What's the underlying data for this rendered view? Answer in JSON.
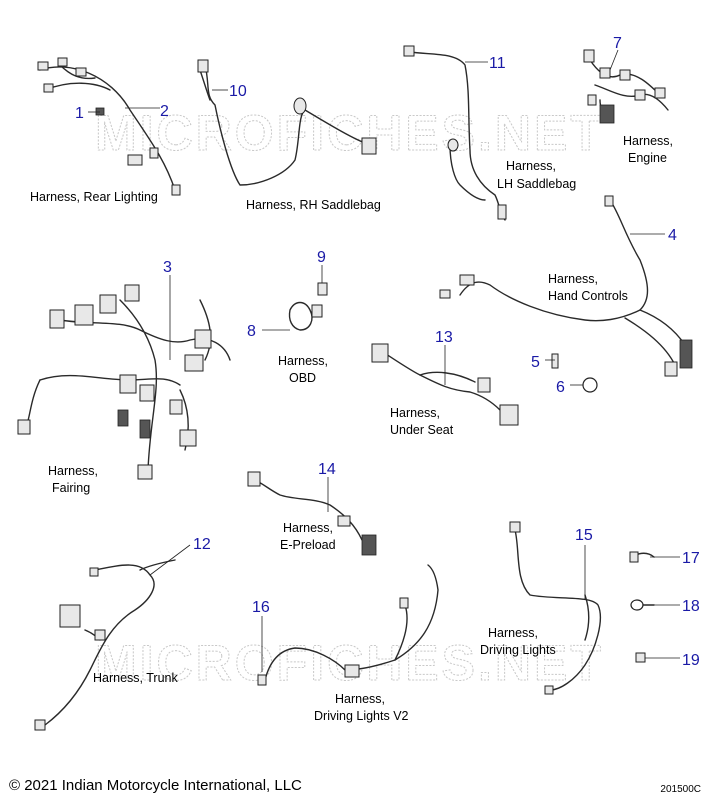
{
  "watermark": "MICROFICHES.NET",
  "copyright": "© 2021 Indian Motorcycle International, LLC",
  "diagram_code": "201500C",
  "callouts": {
    "c1": "1",
    "c2": "2",
    "c3": "3",
    "c4": "4",
    "c5": "5",
    "c6": "6",
    "c7": "7",
    "c8": "8",
    "c9": "9",
    "c10": "10",
    "c11": "11",
    "c12": "12",
    "c13": "13",
    "c14": "14",
    "c15": "15",
    "c16": "16",
    "c17": "17",
    "c18": "18",
    "c19": "19"
  },
  "captions": {
    "rear_lighting": "Harness, Rear Lighting",
    "rh_saddlebag": "Harness, RH Saddlebag",
    "lh_saddlebag_1": "Harness,",
    "lh_saddlebag_2": "LH Saddlebag",
    "engine_1": "Harness,",
    "engine_2": "Engine",
    "hand_controls_1": "Harness,",
    "hand_controls_2": "Hand Controls",
    "obd_1": "Harness,",
    "obd_2": "OBD",
    "under_seat_1": "Harness,",
    "under_seat_2": "Under Seat",
    "fairing_1": "Harness,",
    "fairing_2": "Fairing",
    "e_preload_1": "Harness,",
    "e_preload_2": "E-Preload",
    "trunk": "Harness, Trunk",
    "driving_lights_1": "Harness,",
    "driving_lights_2": "Driving Lights",
    "driving_lights_v2_1": "Harness,",
    "driving_lights_v2_2": "Driving Lights V2"
  }
}
